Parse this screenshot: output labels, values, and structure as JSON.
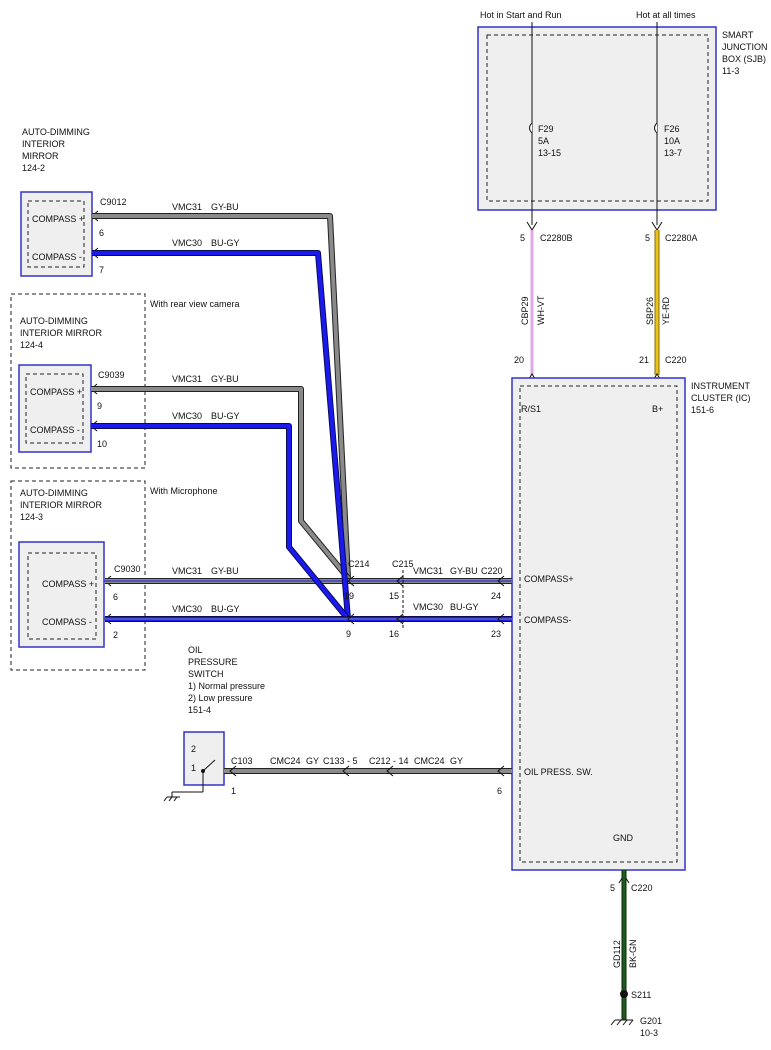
{
  "sjb": {
    "title_1": "SMART",
    "title_2": "JUNCTION",
    "title_3": "BOX (SJB)",
    "ref": "11-3",
    "feed_left": "Hot in Start and Run",
    "feed_right": "Hot at all times",
    "fuse_left": {
      "name": "F29",
      "rating": "5A",
      "ref": "13-15"
    },
    "fuse_right": {
      "name": "F26",
      "rating": "10A",
      "ref": "13-7"
    },
    "pin_left": "5",
    "conn_left": "C2280B",
    "pin_right": "5",
    "conn_right": "C2280A"
  },
  "feeds": {
    "left": {
      "circuit": "CBP29",
      "color": "WH-VT",
      "pin_ic": "20"
    },
    "right": {
      "circuit": "SBP26",
      "color": "YE-RD",
      "pin_ic": "21",
      "conn": "C220"
    }
  },
  "mirror_1": {
    "t1": "AUTO-DIMMING",
    "t2": "INTERIOR",
    "t3": "MIRROR",
    "ref": "124-2",
    "conn": "C9012",
    "pin_plus": "6",
    "pin_minus": "7",
    "plus": "COMPASS +",
    "minus": "COMPASS -"
  },
  "mirror_2": {
    "note": "With rear view camera",
    "t1": "AUTO-DIMMING",
    "t2": "INTERIOR MIRROR",
    "ref": "124-4",
    "conn": "C9039",
    "pin_plus": "9",
    "pin_minus": "10",
    "plus": "COMPASS +",
    "minus": "COMPASS -"
  },
  "mirror_3": {
    "note": "With Microphone",
    "t1": "AUTO-DIMMING",
    "t2": "INTERIOR MIRROR",
    "ref": "124-3",
    "conn": "C9030",
    "pin_plus": "6",
    "pin_minus": "2",
    "plus": "COMPASS +",
    "minus": "COMPASS -"
  },
  "wires": {
    "plus_circuit": "VMC31",
    "plus_color": "GY-BU",
    "minus_circuit": "VMC30",
    "minus_color": "BU-GY",
    "oil_circuit": "CMC24",
    "oil_color": "GY"
  },
  "splices": {
    "c214": "C214",
    "c214_pin_plus": "19",
    "c214_pin_minus": "9",
    "c215": "C215",
    "c215_pin_plus": "15",
    "c215_pin_minus": "16",
    "c220_mid": "C220",
    "c220_pin_plus": "24",
    "c220_pin_minus": "23"
  },
  "ic": {
    "title_1": "INSTRUMENT",
    "title_2": "CLUSTER (IC)",
    "ref": "151-6",
    "rs1": "R/S1",
    "bplus": "B+",
    "compass_plus": "COMPASS+",
    "compass_minus": "COMPASS-",
    "oil": "OIL PRESS. SW.",
    "gnd": "GND",
    "oil_pin": "6"
  },
  "oil_switch": {
    "t1": "OIL",
    "t2": "PRESSURE",
    "t3": "SWITCH",
    "state_1": "1) Normal pressure",
    "state_2": "2) Low pressure",
    "ref": "151-4",
    "pos_2": "2",
    "pos_1": "1",
    "conn": "C103",
    "pin": "1",
    "inline_1": "C133 - 5",
    "inline_2": "C212 -  14"
  },
  "ground": {
    "pin": "5",
    "conn": "C220",
    "circuit": "GD112",
    "color": "BK-GN",
    "splice": "S211",
    "gnd_id": "G201",
    "gnd_ref": "10-3"
  },
  "colors": {
    "box_border": "#3333cc",
    "blue_wire": "#1a1aee",
    "gray_wire": "#8a8a8a",
    "violet_wire": "#e2a8e6",
    "yellow_wire": "#c9a21a",
    "green_wire": "#1f5a1f"
  }
}
